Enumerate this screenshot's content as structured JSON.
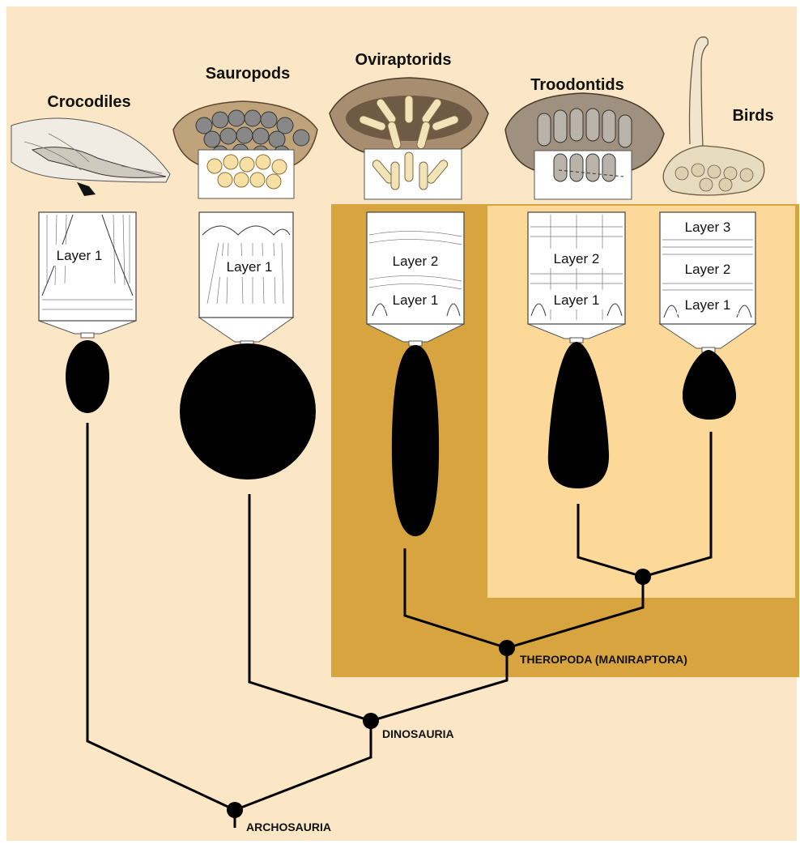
{
  "taxa": {
    "crocodiles": "Crocodiles",
    "sauropods": "Sauropods",
    "oviraptorids": "Oviraptorids",
    "troodontids": "Troodontids",
    "birds": "Birds"
  },
  "layers": {
    "crocodiles": [
      "Layer 1"
    ],
    "sauropods": [
      "Layer 1"
    ],
    "oviraptorids": [
      "Layer 2",
      "Layer 1"
    ],
    "troodontids": [
      "Layer 2",
      "Layer 1"
    ],
    "birds": [
      "Layer 3",
      "Layer 2",
      "Layer 1"
    ]
  },
  "nodes": {
    "theropoda": "THEROPODA (MANIRAPTORA)",
    "dinosauria": "DINOSAURIA",
    "archosauria": "ARCHOSAURIA"
  },
  "colors": {
    "background": "#fbe7c6",
    "theropod_box": "#d8a440",
    "maniraptoran_box": "#fcd899",
    "egg": "#000000"
  }
}
